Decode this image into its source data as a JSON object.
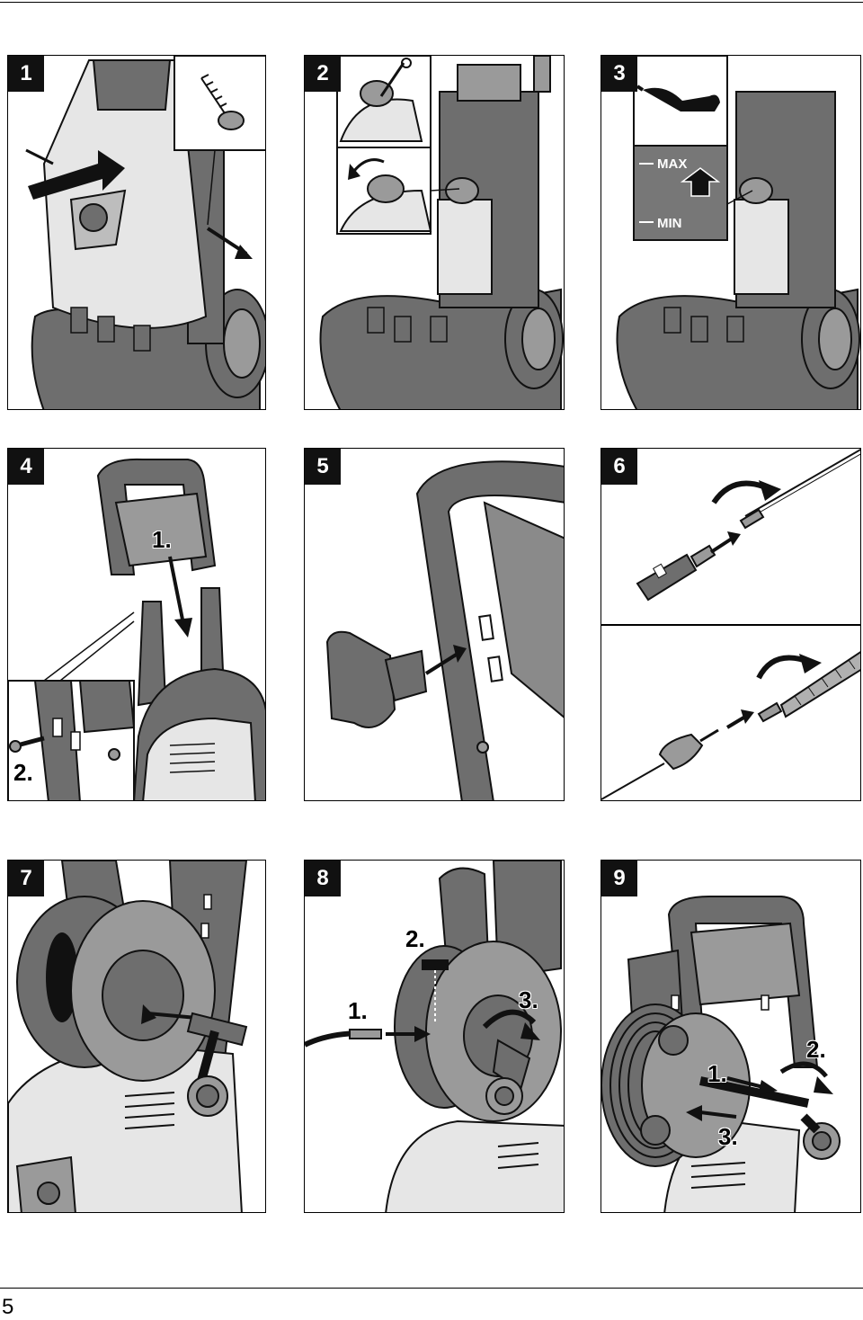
{
  "page_number": "5",
  "panels": [
    {
      "number": "1",
      "labels": []
    },
    {
      "number": "2",
      "labels": []
    },
    {
      "number": "3",
      "labels": [
        "MAX",
        "MIN"
      ]
    },
    {
      "number": "4",
      "labels": [
        "1.",
        "2."
      ]
    },
    {
      "number": "5",
      "labels": []
    },
    {
      "number": "6",
      "labels": []
    },
    {
      "number": "7",
      "labels": []
    },
    {
      "number": "8",
      "labels": [
        "1.",
        "2.",
        "3."
      ]
    },
    {
      "number": "9",
      "labels": [
        "1.",
        "2.",
        "3."
      ]
    }
  ],
  "colors": {
    "machine_dark": "#6e6e6e",
    "machine_mid": "#9a9a9a",
    "machine_light": "#e6e6e6",
    "ink": "#111111"
  }
}
